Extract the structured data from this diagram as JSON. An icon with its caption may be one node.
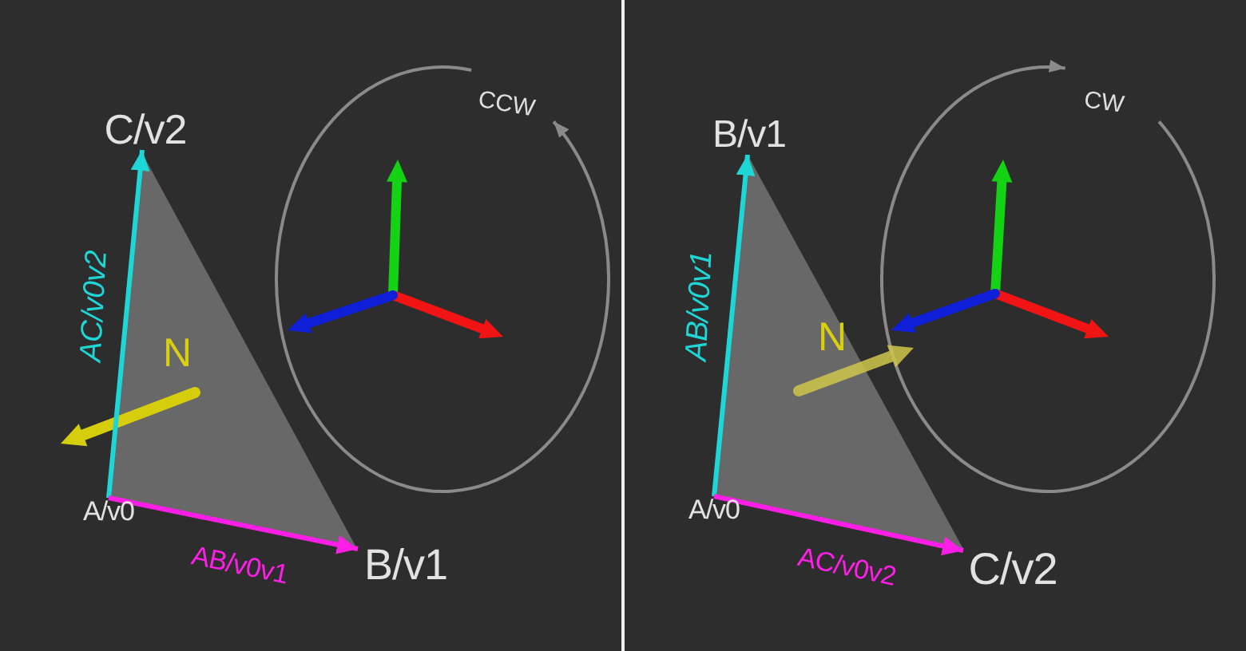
{
  "diagram": {
    "nodes": [
      {
        "text": [
          "C/v2"
        ]
      },
      {
        "text": [
          "A/v0"
        ]
      },
      {
        "text": [
          "B/v1"
        ]
      },
      {
        "text": [
          "B/v1"
        ]
      },
      {
        "text": [
          "A/v0"
        ]
      },
      {
        "text": [
          "C/v2"
        ]
      }
    ],
    "edges": [
      {
        "from": 1,
        "to": 0,
        "arrow": "to",
        "label": "AC/v0v2",
        "color": "#1fd6d6"
      },
      {
        "from": 1,
        "to": 2,
        "arrow": "to",
        "label": "AB/v0v1",
        "color": "#ff1ee6"
      },
      {
        "from": 4,
        "to": 3,
        "arrow": "to",
        "label": "AB/v0v1",
        "color": "#1fd6d6"
      },
      {
        "from": 4,
        "to": 5,
        "arrow": "to",
        "label": "AC/v0v2",
        "color": "#ff1ee6"
      }
    ],
    "labels": [
      "CCW",
      "N",
      "CW",
      "N"
    ]
  }
}
